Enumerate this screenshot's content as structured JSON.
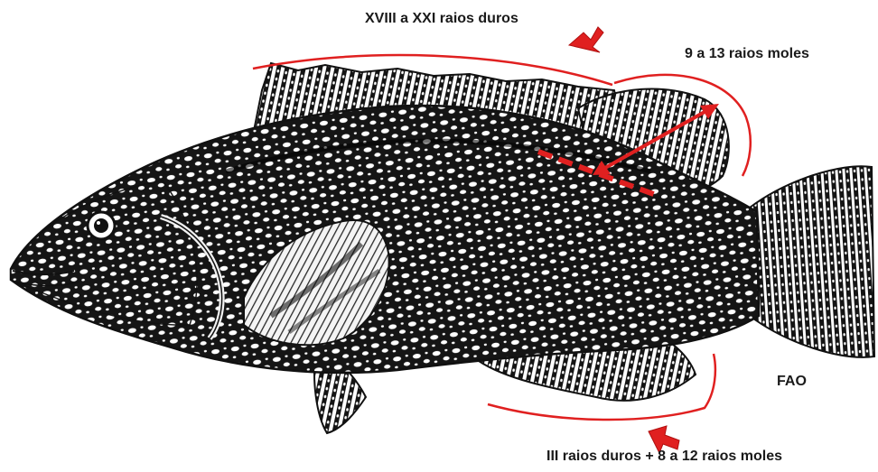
{
  "labels": {
    "dorsal_spines": "XVIII a XXI raios duros",
    "dorsal_soft": "9 a 13 raios moles",
    "anal": "III raios duros + 8 a 12 raios moles",
    "source": "FAO"
  },
  "colors": {
    "annotation": "#e02020",
    "ink": "#111111",
    "paper": "#ffffff"
  }
}
